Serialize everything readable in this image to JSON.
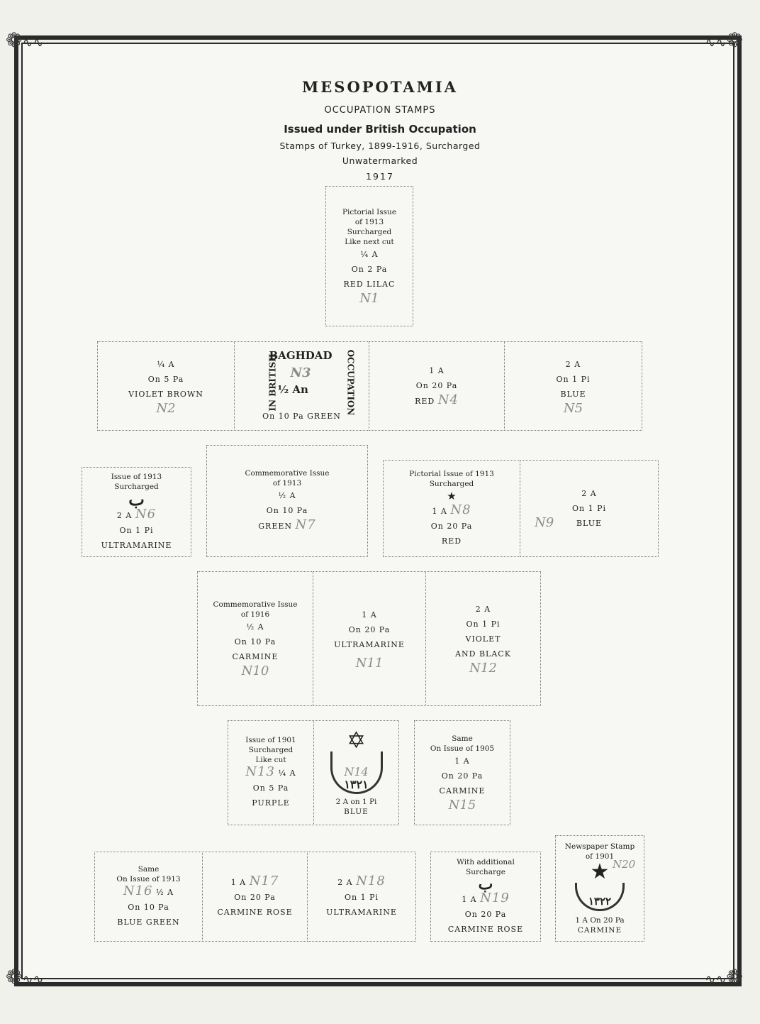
{
  "header": {
    "country": "MESOPOTAMIA",
    "subtitle": "OCCUPATION STAMPS",
    "issued": "Issued under British Occupation",
    "stamps": "Stamps of Turkey, 1899-1916, Surcharged",
    "watermark": "Unwatermarked",
    "year": "1917"
  },
  "n1": {
    "l1": "Pictorial Issue",
    "l2": "of 1913",
    "l3": "Surcharged",
    "l4": "Like next cut",
    "val": "¼ A",
    "on": "On 2 Pa",
    "color": "RED LILAC",
    "num": "N1"
  },
  "n2": {
    "val": "¼ A",
    "on": "On 5 Pa",
    "color": "VIOLET BROWN",
    "num": "N2"
  },
  "n3": {
    "top": "BAGHDAD",
    "left": "IN BRITISH",
    "right": "OCCUPATION",
    "frac": "½ An",
    "num": "N3",
    "on": "On 10 Pa GREEN"
  },
  "n4": {
    "val": "1 A",
    "on": "On 20 Pa",
    "color": "RED",
    "num": "N4"
  },
  "n5": {
    "val": "2 A",
    "on": "On 1 Pi",
    "color": "BLUE",
    "num": "N5"
  },
  "n6": {
    "l1": "Issue of 1913",
    "l2": "Surcharged",
    "glyph": "ب",
    "val": "2 A",
    "on": "On 1 Pi",
    "color": "ULTRAMARINE",
    "num": "N6"
  },
  "n7": {
    "l1": "Commemorative Issue",
    "l2": "of 1913",
    "val": "½ A",
    "on": "On 10 Pa",
    "color": "GREEN",
    "num": "N7"
  },
  "n8": {
    "l1": "Pictorial Issue of 1913",
    "l2": "Surcharged",
    "glyph": "★",
    "val": "1 A",
    "on": "On 20 Pa",
    "color": "RED",
    "num": "N8"
  },
  "n9": {
    "val": "2 A",
    "on": "On 1 Pi",
    "color": "BLUE",
    "num": "N9"
  },
  "n10": {
    "l1": "Commemorative Issue",
    "l2": "of 1916",
    "val": "½ A",
    "on": "On 10 Pa",
    "color": "CARMINE",
    "num": "N10"
  },
  "n11": {
    "val": "1 A",
    "on": "On 20 Pa",
    "color": "ULTRAMARINE",
    "num": "N11"
  },
  "n12": {
    "val": "2 A",
    "on": "On 1 Pi",
    "color1": "VIOLET",
    "color2": "AND BLACK",
    "num": "N12"
  },
  "n13": {
    "l1": "Issue of 1901",
    "l2": "Surcharged",
    "l3": "Like cut",
    "val": "¼ A",
    "on": "On 5 Pa",
    "color": "PURPLE",
    "num": "N13"
  },
  "n14": {
    "star": "✡",
    "arabic": "١٣٢١",
    "num": "N14",
    "on": "2 A on 1 Pi",
    "color": "BLUE"
  },
  "n15": {
    "l1": "Same",
    "l2": "On Issue of 1905",
    "val": "1 A",
    "on": "On 20 Pa",
    "color": "CARMINE",
    "num": "N15"
  },
  "n16": {
    "l1": "Same",
    "l2": "On Issue of 1913",
    "val": "½ A",
    "on": "On 10 Pa",
    "color": "BLUE GREEN",
    "num": "N16"
  },
  "n17": {
    "val": "1 A",
    "on": "On 20 Pa",
    "color": "CARMINE ROSE",
    "num": "N17"
  },
  "n18": {
    "val": "2 A",
    "on": "On 1 Pi",
    "color": "ULTRAMARINE",
    "num": "N18"
  },
  "n19": {
    "l1": "With additional",
    "l2": "Surcharge",
    "glyph": "ب",
    "val": "1 A",
    "on": "On 20 Pa",
    "color": "CARMINE ROSE",
    "num": "N19"
  },
  "n20": {
    "l1": "Newspaper Stamp",
    "l2": "of 1901",
    "star": "★",
    "arabic": "١٣٢٢",
    "on": "1 A On 20 Pa",
    "color": "CARMINE",
    "num": "N20"
  }
}
